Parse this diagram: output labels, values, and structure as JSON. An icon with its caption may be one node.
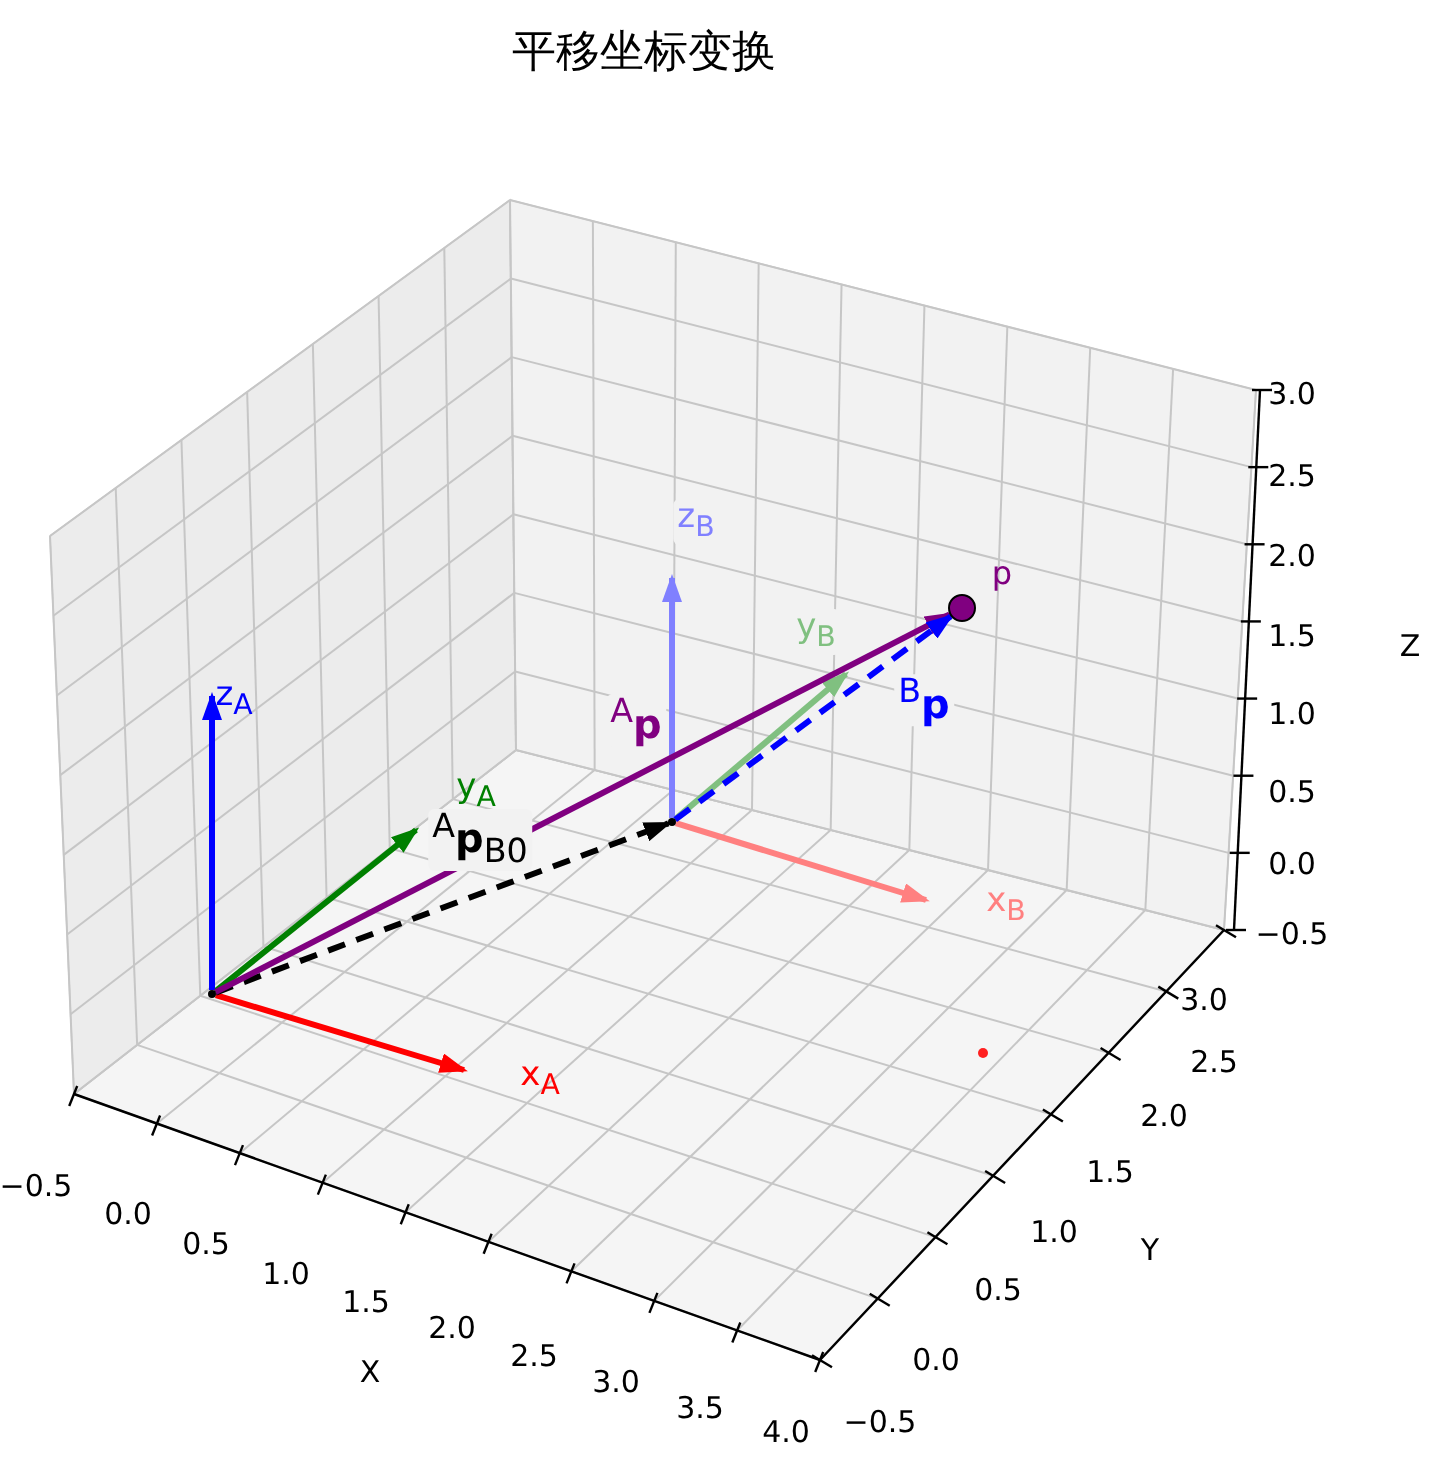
{
  "diagram": {
    "title": "平移坐标变换",
    "nodes": [
      {
        "text": [],
        "shape": "point"
      },
      {
        "text": [],
        "shape": "point"
      },
      {
        "text": [],
        "shape": "circle",
        "beside": [
          "p"
        ]
      },
      {
        "text": [],
        "shape": "circle"
      }
    ],
    "edges": [
      {
        "from": 0,
        "to": null,
        "arrow": "to",
        "label": "x$_{A}$",
        "color": "#ff0000"
      },
      {
        "from": 0,
        "to": null,
        "arrow": "to",
        "label": "y$_{A}$",
        "color": "#008000"
      },
      {
        "from": 0,
        "to": null,
        "arrow": "to",
        "label": "z$_{A}$",
        "color": "#0000ff"
      },
      {
        "from": 1,
        "to": null,
        "arrow": "to",
        "label": "x$_{B}$",
        "color": "#ff8080"
      },
      {
        "from": 1,
        "to": null,
        "arrow": "to",
        "label": "y$_{B}$",
        "color": "#80c080"
      },
      {
        "from": 1,
        "to": null,
        "arrow": "to",
        "label": "z$_{B}$",
        "color": "#8080ff"
      },
      {
        "from": 0,
        "to": 1,
        "arrow": "to",
        "label": "$^{A}$**p**$_{B0}$",
        "style": "dashed",
        "color": "#000000"
      },
      {
        "from": 0,
        "to": 2,
        "arrow": "to",
        "label": "$^{A}$**p**",
        "color": "#800080"
      },
      {
        "from": 1,
        "to": 2,
        "arrow": "to",
        "label": "$^{B}$**p**",
        "style": "dashed",
        "color": "#0000ff"
      }
    ],
    "labels": [
      "3.0",
      "2.5",
      "2.0",
      "1.5",
      "1.0",
      "0.5",
      "0.0",
      "−0.5",
      "Z",
      "−0.5",
      "0.0",
      "0.5",
      "1.0",
      "1.5",
      "2.0",
      "2.5",
      "3.0",
      "3.5",
      "4.0",
      "X",
      "3.0",
      "2.5",
      "2.0",
      "1.5",
      "1.0",
      "0.5",
      "0.0",
      "−0.5",
      "Y"
    ]
  }
}
